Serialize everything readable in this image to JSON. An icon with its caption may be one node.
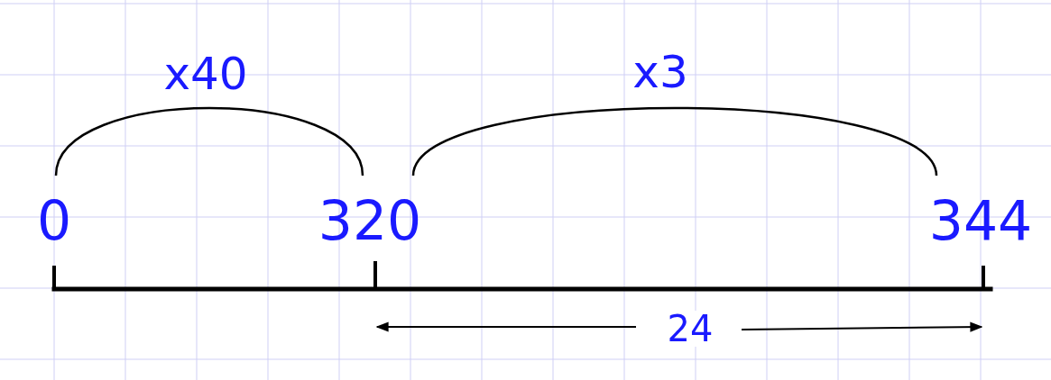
{
  "diagram": {
    "nodes": [
      {
        "text": [
          "0"
        ]
      },
      {
        "text": [
          "320"
        ]
      },
      {
        "text": [
          "344"
        ]
      }
    ],
    "edges": [
      {
        "from": 0,
        "to": 1,
        "arrow": "none",
        "label": "x40"
      },
      {
        "from": 1,
        "to": 2,
        "arrow": "none",
        "label": "x3"
      }
    ],
    "labels": [
      "24"
    ]
  }
}
